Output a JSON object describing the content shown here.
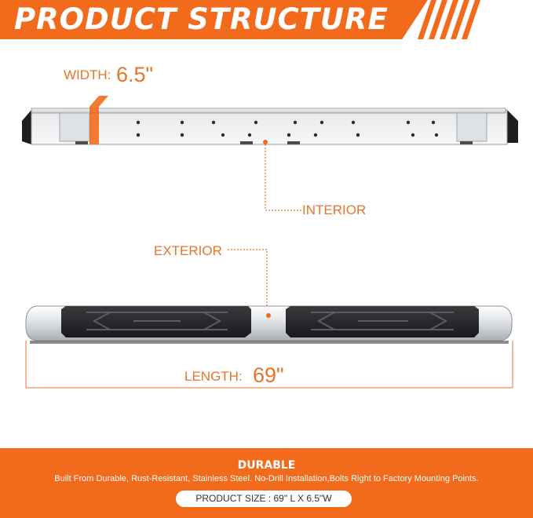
{
  "banner": {
    "title": "PRODUCT STRUCTURE"
  },
  "width_callout": {
    "label": "WIDTH:",
    "value": "6.5\""
  },
  "interior": {
    "label": "INTERIOR"
  },
  "exterior": {
    "label": "EXTERIOR"
  },
  "length_callout": {
    "label": "LENGTH:",
    "value": "69\""
  },
  "footer": {
    "title": "DURABLE",
    "description": "Built From Durable, Rust-Resistant, Stainless Steel. No-Drill Installation,Bolts Right to Factory Mounting Points.",
    "product_size": "PRODUCT SIZE : 69\" L X 6.5\"W"
  },
  "colors": {
    "accent": "#f26b1d",
    "label": "#e8732a"
  }
}
